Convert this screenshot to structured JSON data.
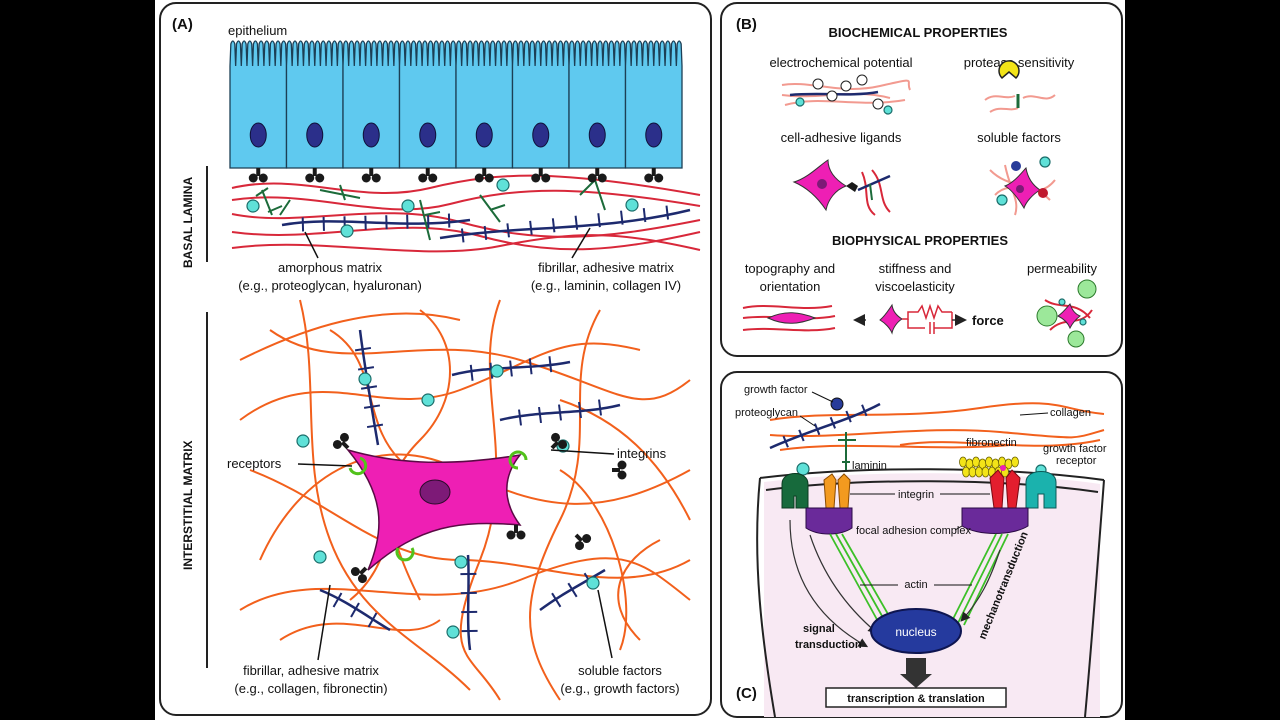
{
  "panel_a": {
    "letter": "(A)",
    "epithelium": "epithelium",
    "basal_lamina": "BASAL LAMINA",
    "interstitial_matrix": "INTERSTITIAL MATRIX",
    "amorphous_1": "amorphous matrix",
    "amorphous_2": "(e.g., proteoglycan, hyaluronan)",
    "fibrillar_top_1": "fibrillar, adhesive matrix",
    "fibrillar_top_2": "(e.g., laminin, collagen IV)",
    "receptors": "receptors",
    "integrins": "integrins",
    "fibrillar_bot_1": "fibrillar, adhesive matrix",
    "fibrillar_bot_2": "(e.g., collagen, fibronectin)",
    "soluble_1": "soluble factors",
    "soluble_2": "(e.g., growth factors)"
  },
  "panel_b": {
    "letter": "(B)",
    "biochem_header": "BIOCHEMICAL PROPERTIES",
    "electrochemical": "electrochemical potential",
    "protease": "protease sensitivity",
    "cell_adhesive": "cell-adhesive ligands",
    "soluble": "soluble factors",
    "biophys_header": "BIOPHYSICAL PROPERTIES",
    "topography_1": "topography and",
    "topography_2": "orientation",
    "stiffness_1": "stiffness and",
    "stiffness_2": "viscoelasticity",
    "permeability": "permeability",
    "force": "force"
  },
  "panel_c": {
    "letter": "(C)",
    "growth_factor": "growth factor",
    "proteoglycan": "proteoglycan",
    "collagen": "collagen",
    "fibronectin": "fibronectin",
    "gf_receptor_1": "growth factor",
    "gf_receptor_2": "receptor",
    "laminin": "laminin",
    "integrin": "integrin",
    "focal_adhesion": "focal adhesion complex",
    "mechanotransduction": "mechanotransduction",
    "actin": "actin",
    "signal_1": "signal",
    "signal_2": "transduction",
    "nucleus": "nucleus",
    "transcription": "transcription & translation"
  },
  "colors": {
    "cell_blue": "#5fc9ef",
    "nucleus": "#2b2f8a",
    "magenta_cell": "#ee1fb4",
    "collagen_orange": "#f2601c",
    "laminin_red": "#d8283a",
    "navy_fiber": "#1d2a6e",
    "soluble_cyan": "#5fe1d8"
  }
}
